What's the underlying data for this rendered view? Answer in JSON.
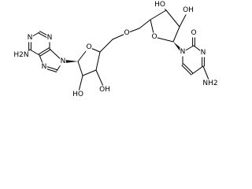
{
  "molecule": {
    "atoms": [
      {
        "id": "a_nh2",
        "label": "H2N"
      },
      {
        "id": "a_n1",
        "label": "N"
      },
      {
        "id": "a_n3",
        "label": "N"
      },
      {
        "id": "a_n7",
        "label": "N"
      },
      {
        "id": "a_n9",
        "label": "N"
      },
      {
        "id": "r1_o",
        "label": "O"
      },
      {
        "id": "r1_oh2",
        "label": "HO"
      },
      {
        "id": "r1_oh3",
        "label": "OH"
      },
      {
        "id": "link_o",
        "label": "O"
      },
      {
        "id": "r2_oh3",
        "label": "HO"
      },
      {
        "id": "r2_oh2",
        "label": "OH"
      },
      {
        "id": "r2_o",
        "label": "O"
      },
      {
        "id": "c_n1",
        "label": "N"
      },
      {
        "id": "c_o2",
        "label": "O"
      },
      {
        "id": "c_n3",
        "label": "N"
      },
      {
        "id": "c_nh2",
        "label": "NH2"
      }
    ],
    "colors": {
      "bond": "#000000",
      "text": "#000000",
      "background": "#ffffff"
    }
  }
}
